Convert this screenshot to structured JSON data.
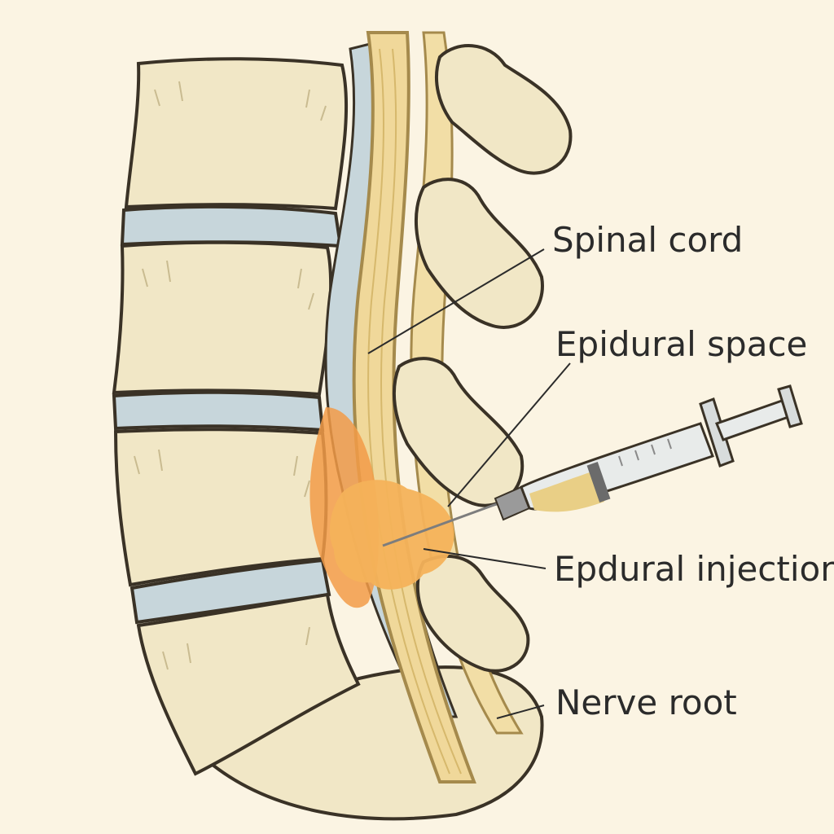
{
  "labels": {
    "spinal_cord": "Spinal cord",
    "epidural_space": "Epidural space",
    "epidural_injection": "Epdural injection",
    "nerve_root": "Nerve root"
  },
  "colors": {
    "background": "#fbf4e3",
    "bone": "#f1e7c6",
    "bone_outline": "#3a3226",
    "disc": "#c7d6db",
    "cord": "#f0d89a",
    "cord_outline": "#a58a4c",
    "injectate": "#f4b25a",
    "injectate_spread": "#f29b48",
    "syringe_barrel": "#e8ebea",
    "syringe_fluid": "#e9cf86",
    "needle": "#7d7d7d",
    "leader_line": "#2b2b2b"
  }
}
